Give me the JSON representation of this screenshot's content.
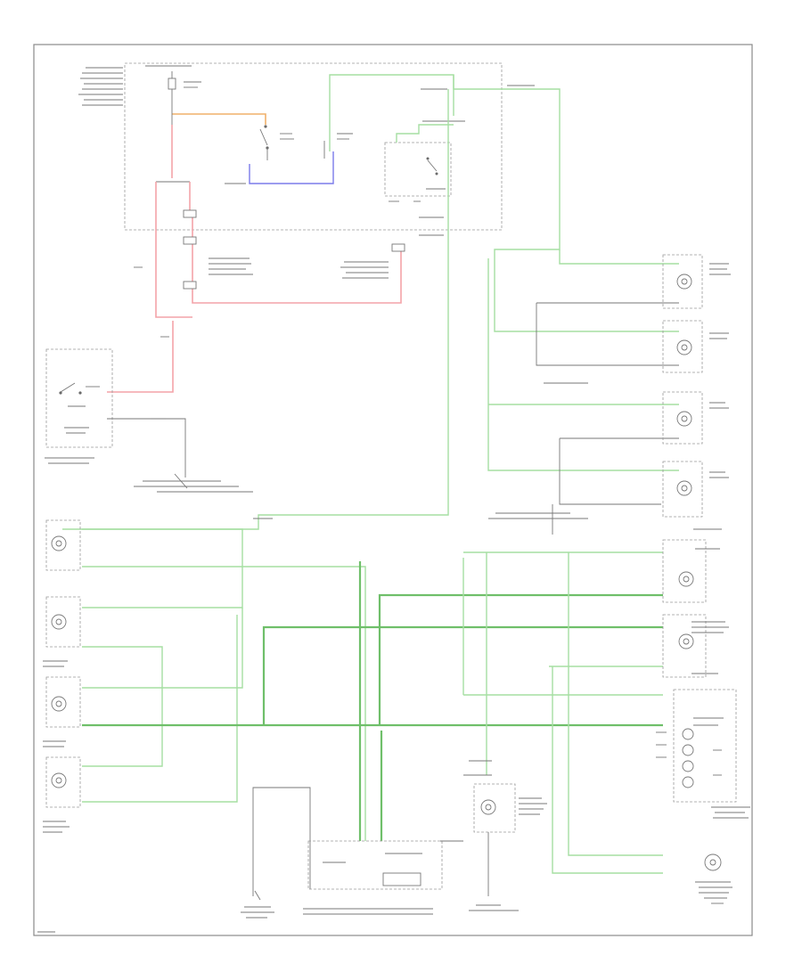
{
  "diagram": {
    "footer_code": "",
    "components": [
      {
        "id": "fuse_panel",
        "name": ""
      },
      {
        "id": "illumination_switch",
        "name": ""
      },
      {
        "id": "clock",
        "name": ""
      },
      {
        "id": "g101",
        "name": ""
      },
      {
        "id": "instrument_cluster",
        "name": ""
      }
    ],
    "wire_colors": {
      "power": "#f3a3a8",
      "signal": "#a6dfa2",
      "signal_dark": "#6fbf6a",
      "ground": "#7b7bea",
      "orange": "#f0b06a",
      "outline": "#8a8a8a"
    }
  }
}
